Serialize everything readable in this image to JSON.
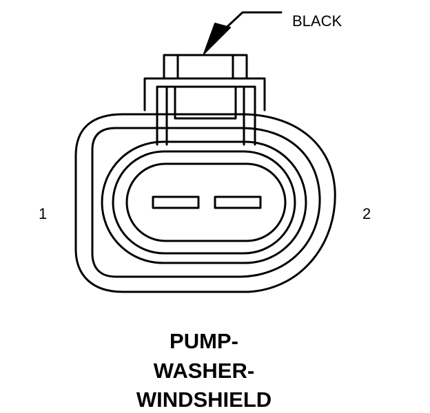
{
  "connector": {
    "wire_color_label": "BLACK",
    "pin_labels": [
      "1",
      "2"
    ],
    "title_lines": [
      "PUMP-",
      "WASHER-",
      "WINDSHIELD"
    ]
  },
  "colors": {
    "line": "#000000",
    "background": "#ffffff"
  }
}
